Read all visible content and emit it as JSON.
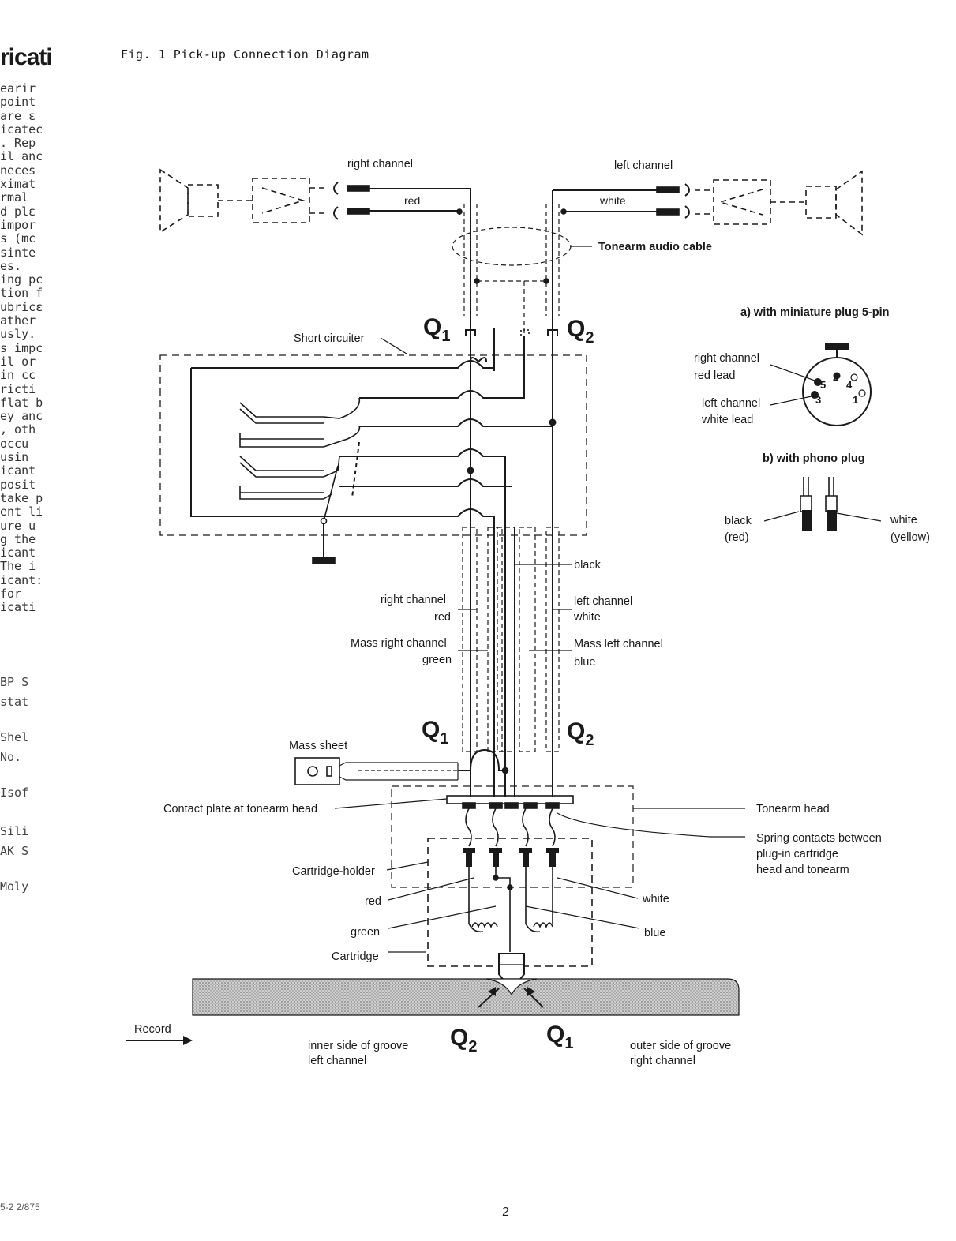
{
  "figure": {
    "title": "Fig. 1  Pick-up Connection Diagram"
  },
  "left_page_fragment": {
    "heading": "ricati",
    "lines": [
      "earir",
      "point",
      "are ε",
      "icatec",
      ". Rep",
      "il anc",
      "neces",
      "ximat",
      "rmal",
      "d plε",
      "impor",
      "s (mc",
      "sinte",
      "es.",
      "ing pc",
      "tion f",
      "ubricε",
      "ather",
      "usly.",
      "s impc",
      "il or",
      "in cc",
      "ricti",
      "flat b",
      "ey anc",
      ", oth",
      "occu",
      "usin",
      "icant",
      "posit",
      "take p",
      "ent li",
      "ure u",
      "g the",
      "icant",
      "The i",
      "icant:",
      "for",
      "icati"
    ],
    "side_list": [
      "BP S",
      "stat",
      "Shel",
      "No.",
      "Isof",
      "Sili",
      "AK S",
      "Moly"
    ],
    "doc_code": "5-2 2/875"
  },
  "labels": {
    "right_channel_top": "right channel",
    "left_channel_top": "left channel",
    "red_top": "red",
    "white_top": "white",
    "tonearm_audio_cable": "Tonearm audio cable",
    "q1": "Q",
    "q2": "Q",
    "sub1": "1",
    "sub2": "2",
    "short_circuiter": "Short circuiter",
    "black": "black",
    "right_channel_mid": "right channel",
    "red_mid": "red",
    "left_channel_mid": "left channel",
    "white_mid": "white",
    "mass_right_channel": "Mass right channel",
    "green_mid": "green",
    "mass_left_channel": "Mass left channel",
    "blue_mid": "blue",
    "mass_sheet": "Mass sheet",
    "contact_plate": "Contact plate at tonearm head",
    "tonearm_head": "Tonearm head",
    "spring_contacts_1": "Spring contacts between",
    "spring_contacts_2": "plug-in cartridge",
    "spring_contacts_3": "head and tonearm",
    "cartridge_holder": "Cartridge-holder",
    "red_low": "red",
    "green_low": "green",
    "cartridge": "Cartridge",
    "white_low": "white",
    "blue_low": "blue",
    "record": "Record",
    "inner_groove_1": "inner side of groove",
    "inner_groove_2": "left channel",
    "outer_groove_1": "outer side of groove",
    "outer_groove_2": "right channel"
  },
  "inset_a": {
    "title": "a)  with miniature plug 5-pin",
    "right_channel": "right channel",
    "red_lead": "red lead",
    "left_channel": "left channel",
    "white_lead": "white lead",
    "pins": [
      "1",
      "2",
      "3",
      "4",
      "5"
    ]
  },
  "inset_b": {
    "title": "b)  with phono plug",
    "black": "black",
    "red_paren": "(red)",
    "white": "white",
    "yellow_paren": "(yellow)"
  },
  "page_number": "2"
}
